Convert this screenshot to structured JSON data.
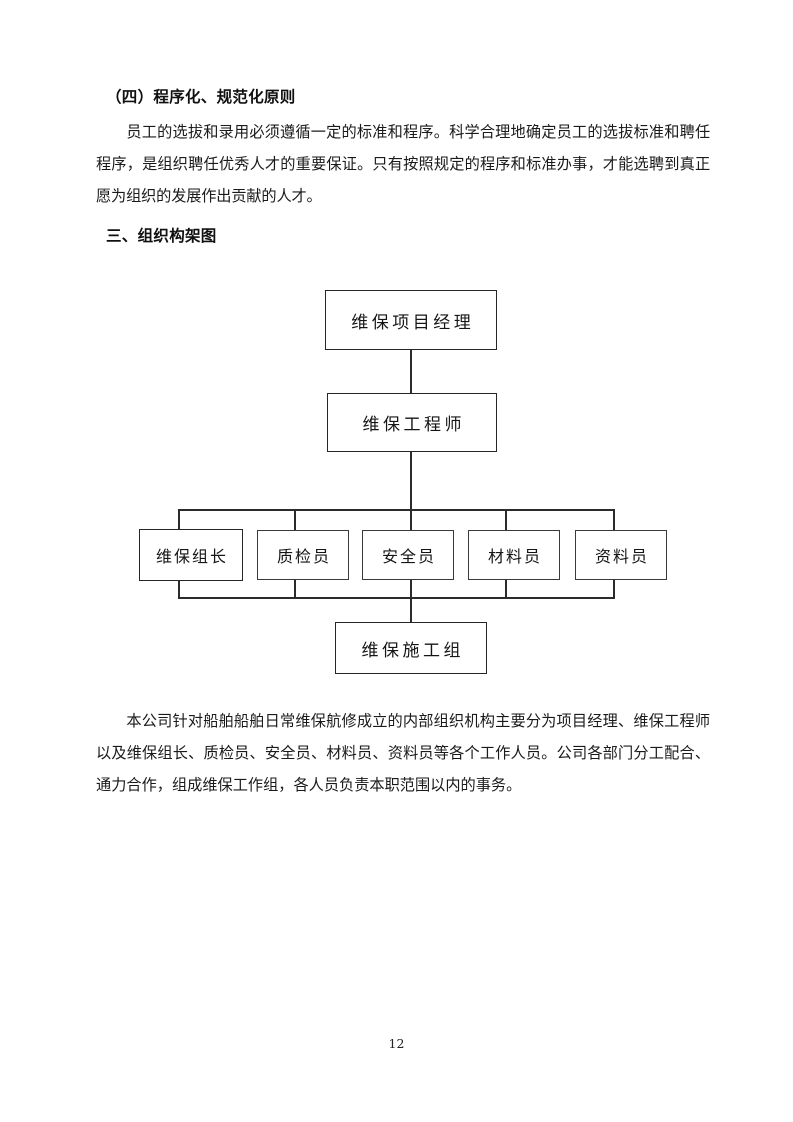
{
  "document": {
    "page_number": "12",
    "sections": {
      "principle_heading": "（四）程序化、规范化原则",
      "principle_paragraph": "员工的选拔和录用必须遵循一定的标准和程序。科学合理地确定员工的选拔标准和聘任程序，是组织聘任优秀人才的重要保证。只有按照规定的程序和标准办事，才能选聘到真正愿为组织的发展作出贡献的人才。",
      "org_heading": "三、组织构架图",
      "closing_paragraph": "本公司针对船舶船舶日常维保航修成立的内部组织机构主要分为项目经理、维保工程师以及维保组长、质检员、安全员、材料员、资料员等各个工作人员。公司各部门分工配合、通力合作，组成维保工作组，各人员负责本职范围以内的事务。"
    }
  },
  "org_chart": {
    "title": "组织构架图",
    "levels": [
      {
        "level": 1,
        "nodes": [
          {
            "id": "pm",
            "label": "维保项目经理"
          }
        ]
      },
      {
        "level": 2,
        "nodes": [
          {
            "id": "engineer",
            "label": "维保工程师"
          }
        ]
      },
      {
        "level": 3,
        "nodes": [
          {
            "id": "leader",
            "label": "维保组长"
          },
          {
            "id": "qc",
            "label": "质检员"
          },
          {
            "id": "safety",
            "label": "安全员"
          },
          {
            "id": "material",
            "label": "材料员"
          },
          {
            "id": "docs",
            "label": "资料员"
          }
        ]
      },
      {
        "level": 4,
        "nodes": [
          {
            "id": "crew",
            "label": "维保施工组"
          }
        ]
      }
    ],
    "node_labels": {
      "pm": "维保项目经理",
      "engineer": "维保工程师",
      "leader": "维保组长",
      "qc": "质检员",
      "safety": "安全员",
      "material": "材料员",
      "docs": "资料员",
      "crew": "维保施工组"
    },
    "line_color": "#2b2b2b",
    "box_border_color": "#262626"
  }
}
